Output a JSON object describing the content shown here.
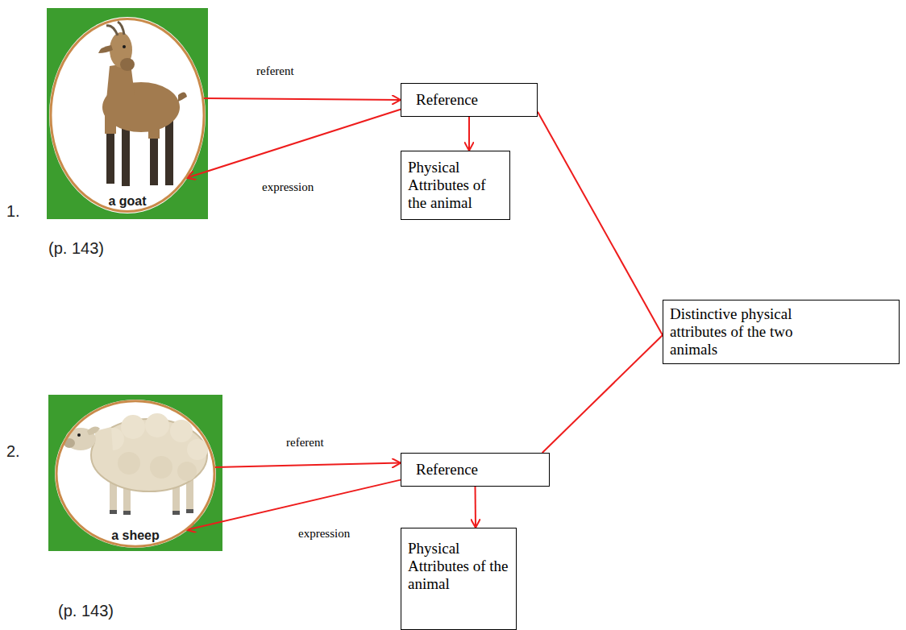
{
  "diagram": {
    "nodes": [
      {
        "text": [
          "a goat"
        ]
      },
      {
        "text": [
          "Reference"
        ]
      },
      {
        "text": [
          "Physical Attributes of the animal"
        ]
      },
      {
        "text": [
          "Distinctive physical attributes of the two animals"
        ]
      },
      {
        "text": [
          "a sheep"
        ]
      },
      {
        "text": [
          "Reference"
        ]
      },
      {
        "text": [
          "Physical Attributes of the animal"
        ]
      }
    ],
    "edges": [
      {
        "from": 0,
        "to": 1,
        "label": "referent",
        "arrow": "to"
      },
      {
        "from": 1,
        "to": 0,
        "label": "expression",
        "arrow": "to"
      },
      {
        "from": 1,
        "to": 2,
        "arrow": "to"
      },
      {
        "from": 1,
        "to": 3,
        "arrow": "none"
      },
      {
        "from": 4,
        "to": 5,
        "label": "referent",
        "arrow": "to"
      },
      {
        "from": 5,
        "to": 4,
        "label": "expression",
        "arrow": "to"
      },
      {
        "from": 5,
        "to": 6,
        "arrow": "to"
      },
      {
        "from": 5,
        "to": 3,
        "arrow": "none"
      }
    ],
    "labels": [
      "1.",
      "(p. 143)",
      "2.",
      "(p. 143)"
    ]
  }
}
